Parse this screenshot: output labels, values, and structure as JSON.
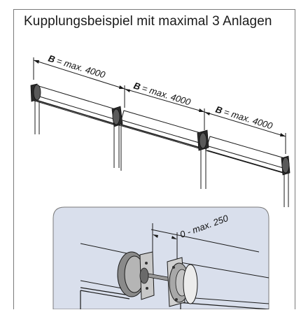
{
  "title": "Kupplungsbeispiel mit maximal 3 Anlagen",
  "dimensions": {
    "b_label": "B",
    "b_value": "= max. 4000",
    "spacing": "0 - max. 250"
  },
  "colors": {
    "inset_background": "#d9dfec",
    "line": "#1a1a1a",
    "frame": "#7a7a7a"
  }
}
